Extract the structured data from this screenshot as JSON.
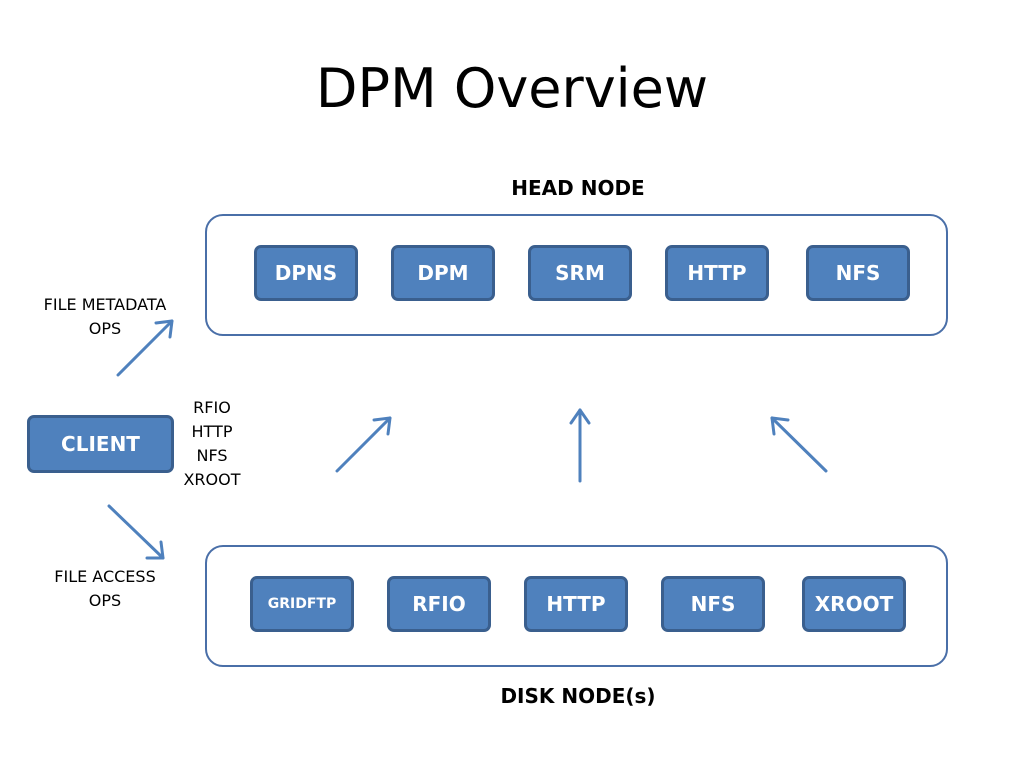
{
  "title": "DPM Overview",
  "head_node": {
    "label": "HEAD NODE",
    "services": [
      "DPNS",
      "DPM",
      "SRM",
      "HTTP",
      "NFS"
    ]
  },
  "disk_node": {
    "label": "DISK NODE(s)",
    "services": [
      "GRIDFTP",
      "RFIO",
      "HTTP",
      "NFS",
      "XROOT"
    ]
  },
  "client": {
    "label": "CLIENT"
  },
  "notes": {
    "metadata": [
      "FILE METADATA",
      "OPS"
    ],
    "protocols": [
      "RFIO",
      "HTTP",
      "NFS",
      "XROOT"
    ],
    "access": [
      "FILE ACCESS",
      "OPS"
    ]
  },
  "colors": {
    "box_fill": "#4f81bd",
    "box_border": "#3a5f8e",
    "frame_border": "#4a6fa8",
    "arrow": "#4f81bd"
  }
}
